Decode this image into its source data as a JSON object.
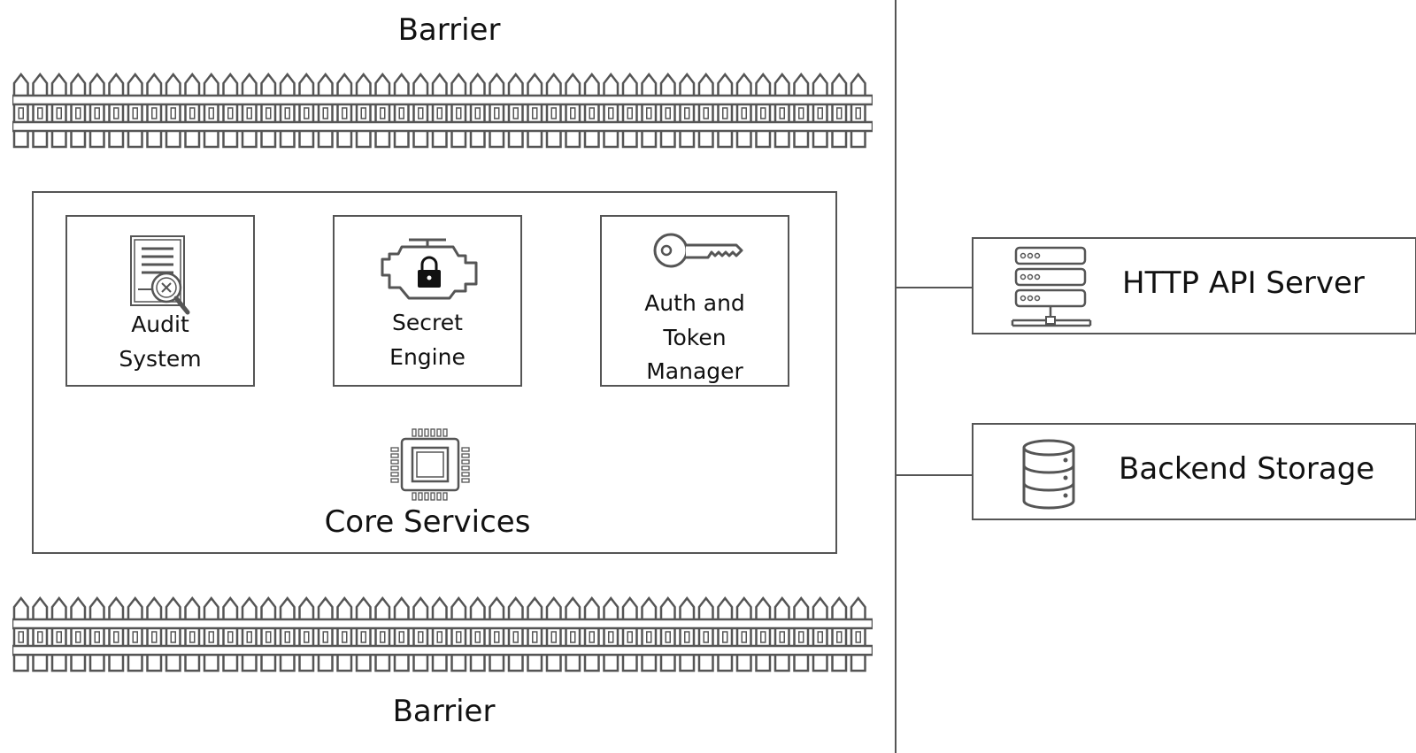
{
  "barriers": {
    "top_label": "Barrier",
    "bottom_label": "Barrier"
  },
  "core": {
    "label": "Core Services",
    "components": [
      {
        "line1": "Audit",
        "line2": "System",
        "icon": "audit-document-icon"
      },
      {
        "line1": "Secret",
        "line2": "Engine",
        "icon": "engine-lock-icon"
      },
      {
        "line1": "Auth and",
        "line2": "Token",
        "line3": "Manager",
        "icon": "key-icon"
      }
    ],
    "icon": "cpu-chip-icon"
  },
  "external": {
    "http": {
      "label": "HTTP API Server",
      "icon": "server-rack-icon"
    },
    "storage": {
      "label": "Backend Storage",
      "icon": "database-icon"
    }
  },
  "colors": {
    "stroke": "#555555",
    "text": "#111111",
    "background": "#ffffff"
  }
}
